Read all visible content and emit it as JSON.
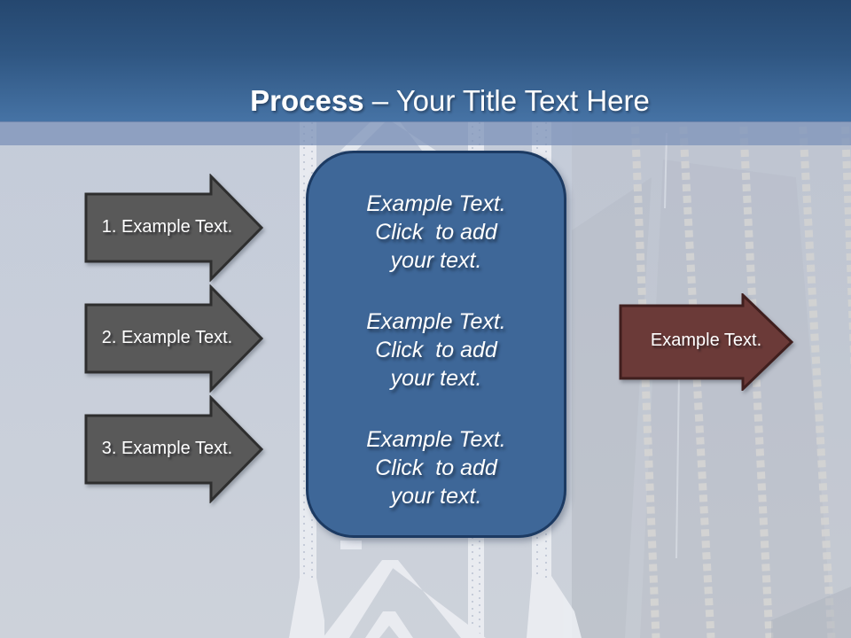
{
  "slide": {
    "title": {
      "emphasis": "Process",
      "separator": " – ",
      "rest": "Your Title Text Here"
    },
    "left_arrows": [
      {
        "label": "1. Example Text."
      },
      {
        "label": "2. Example Text."
      },
      {
        "label": "3. Example Text."
      }
    ],
    "center_box": {
      "paragraphs": [
        {
          "lines": [
            "Example Text.",
            "Click  to add",
            "your text."
          ]
        },
        {
          "lines": [
            "Example Text.",
            "Click  to add",
            "your text."
          ]
        },
        {
          "lines": [
            "Example Text.",
            "Click  to add",
            "your text."
          ]
        }
      ]
    },
    "right_arrow": {
      "label": "Example Text."
    },
    "colors": {
      "header_top": "#25476f",
      "header_bottom": "#4673a5",
      "body_background": "#c7cdd9",
      "gray_arrow_fill": "#595959",
      "gray_arrow_border": "#2e2e2e",
      "red_arrow_fill": "#6b3a38",
      "red_arrow_border": "#401f1e",
      "box_fill": "#3e6798",
      "box_border": "#1c3a62",
      "text": "#ffffff"
    }
  }
}
